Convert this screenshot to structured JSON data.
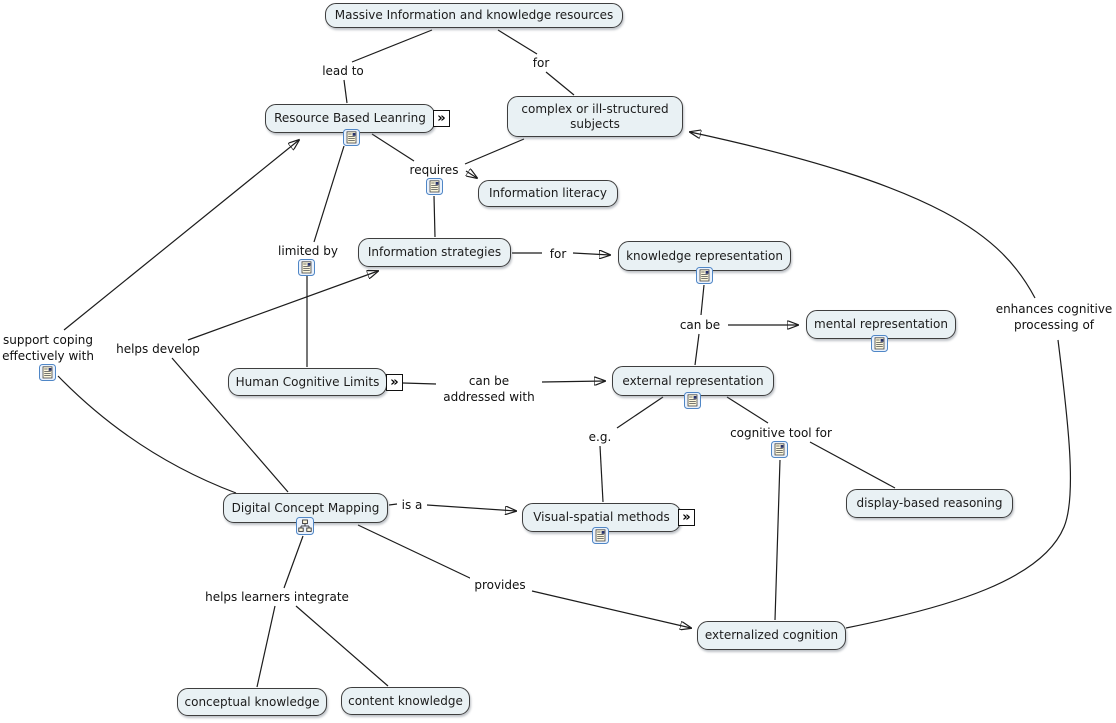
{
  "icons": {
    "expand_glyph": "»"
  },
  "colors": {
    "node_fill": "#e9f1f4",
    "node_border": "#3e3e3e",
    "line": "#1c1c1c",
    "resource_icon_border": "#4f86c6"
  },
  "nodes": [
    {
      "id": "massive",
      "label": "Massive Information and knowledge resources"
    },
    {
      "id": "rbl",
      "label": "Resource Based Leanring"
    },
    {
      "id": "complex",
      "label": "complex or ill-structured subjects"
    },
    {
      "id": "inflit",
      "label": "Information literacy"
    },
    {
      "id": "infstrat",
      "label": "Information strategies"
    },
    {
      "id": "knowrep",
      "label": "knowledge representation"
    },
    {
      "id": "mentalrep",
      "label": "mental representation"
    },
    {
      "id": "extrep",
      "label": "external representation"
    },
    {
      "id": "hcl",
      "label": "Human Cognitive Limits"
    },
    {
      "id": "dcm",
      "label": "Digital Concept Mapping"
    },
    {
      "id": "vsm",
      "label": "Visual-spatial methods"
    },
    {
      "id": "dbr",
      "label": "display-based reasoning"
    },
    {
      "id": "extcog",
      "label": "externalized cognition"
    },
    {
      "id": "conknow",
      "label": "conceptual knowledge"
    },
    {
      "id": "contknow",
      "label": "content knowledge"
    }
  ],
  "links": [
    {
      "id": "lead_to",
      "label": "lead to"
    },
    {
      "id": "for_top",
      "label": "for"
    },
    {
      "id": "requires",
      "label": "requires"
    },
    {
      "id": "limited_by",
      "label": "limited by"
    },
    {
      "id": "for_mid",
      "label": "for"
    },
    {
      "id": "can_be",
      "label": "can be"
    },
    {
      "id": "support",
      "label": "support coping effectively with"
    },
    {
      "id": "helps_develop",
      "label": "helps develop"
    },
    {
      "id": "can_be_addressed",
      "label": "can be addressed with"
    },
    {
      "id": "eg",
      "label": "e.g."
    },
    {
      "id": "cognitive_tool",
      "label": "cognitive tool for"
    },
    {
      "id": "enhances",
      "label": "enhances cognitive processing of"
    },
    {
      "id": "is_a",
      "label": "is a"
    },
    {
      "id": "provides",
      "label": "provides"
    },
    {
      "id": "helps_learners",
      "label": "helps learners integrate"
    }
  ]
}
